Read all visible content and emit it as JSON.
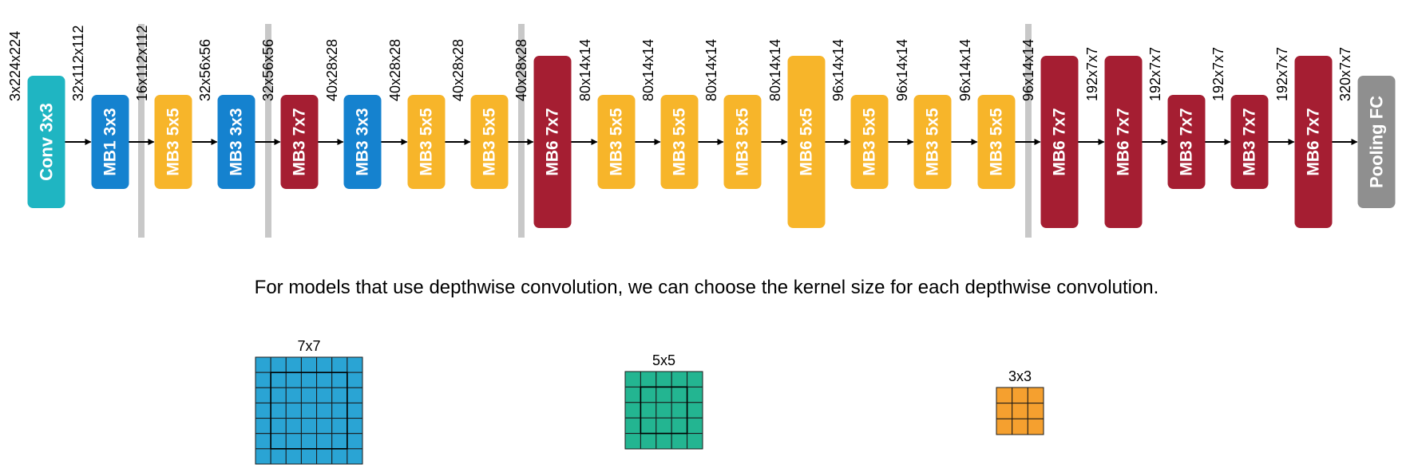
{
  "colors": {
    "conv": "#1FB5C2",
    "mb1": "#1582CF",
    "mb3_3x3": "#1582CF",
    "mb_5x5": "#F7B52A",
    "mb_7x7": "#A51E32",
    "pool": "#8F8F8F",
    "stage_divider": "#C8C8C8",
    "arrow": "#000000",
    "kernel_7x7": "#2AA4D4",
    "kernel_5x5": "#23B591",
    "kernel_3x3": "#F5A02F"
  },
  "network": {
    "blocks": [
      {
        "id": "conv",
        "label": "Conv 3x3",
        "kind": "conv",
        "size": "medium"
      },
      {
        "id": "b1",
        "label": "MB1 3x3",
        "kind": "mb3_3x3",
        "size": "small"
      },
      {
        "id": "b2",
        "label": "MB3 5x5",
        "kind": "mb_5x5",
        "size": "small"
      },
      {
        "id": "b3",
        "label": "MB3 3x3",
        "kind": "mb3_3x3",
        "size": "small"
      },
      {
        "id": "b4",
        "label": "MB3 7x7",
        "kind": "mb_7x7",
        "size": "small"
      },
      {
        "id": "b5",
        "label": "MB3 3x3",
        "kind": "mb3_3x3",
        "size": "small"
      },
      {
        "id": "b6",
        "label": "MB3 5x5",
        "kind": "mb_5x5",
        "size": "small"
      },
      {
        "id": "b7",
        "label": "MB3 5x5",
        "kind": "mb_5x5",
        "size": "small"
      },
      {
        "id": "b8",
        "label": "MB6 7x7",
        "kind": "mb_7x7",
        "size": "large"
      },
      {
        "id": "b9",
        "label": "MB3 5x5",
        "kind": "mb_5x5",
        "size": "small"
      },
      {
        "id": "b10",
        "label": "MB3 5x5",
        "kind": "mb_5x5",
        "size": "small"
      },
      {
        "id": "b11",
        "label": "MB3 5x5",
        "kind": "mb_5x5",
        "size": "small"
      },
      {
        "id": "b12",
        "label": "MB6 5x5",
        "kind": "mb_5x5",
        "size": "large"
      },
      {
        "id": "b13",
        "label": "MB3 5x5",
        "kind": "mb_5x5",
        "size": "small"
      },
      {
        "id": "b14",
        "label": "MB3 5x5",
        "kind": "mb_5x5",
        "size": "small"
      },
      {
        "id": "b15",
        "label": "MB3 5x5",
        "kind": "mb_5x5",
        "size": "small"
      },
      {
        "id": "b16",
        "label": "MB6 7x7",
        "kind": "mb_7x7",
        "size": "large"
      },
      {
        "id": "b17",
        "label": "MB6 7x7",
        "kind": "mb_7x7",
        "size": "large"
      },
      {
        "id": "b18",
        "label": "MB3 7x7",
        "kind": "mb_7x7",
        "size": "small"
      },
      {
        "id": "b19",
        "label": "MB3 7x7",
        "kind": "mb_7x7",
        "size": "small"
      },
      {
        "id": "b20",
        "label": "MB6 7x7",
        "kind": "mb_7x7",
        "size": "large"
      },
      {
        "id": "pool",
        "label": "Pooling FC",
        "kind": "pool",
        "size": "medium"
      }
    ],
    "dimension_labels": [
      "3x224x224",
      "32x112x112",
      "16x112x112",
      "32x56x56",
      "32x56x56",
      "40x28x28",
      "40x28x28",
      "40x28x28",
      "40x28x28",
      "80x14x14",
      "80x14x14",
      "80x14x14",
      "80x14x14",
      "96x14x14",
      "96x14x14",
      "96x14x14",
      "96x14x14",
      "192x7x7",
      "192x7x7",
      "192x7x7",
      "192x7x7",
      "320x7x7"
    ]
  },
  "caption": "For models that use depthwise convolution, we can choose the kernel size for each depthwise convolution.",
  "kernels": [
    {
      "label": "7x7",
      "n": 7,
      "color_key": "kernel_7x7"
    },
    {
      "label": "5x5",
      "n": 5,
      "color_key": "kernel_5x5"
    },
    {
      "label": "3x3",
      "n": 3,
      "color_key": "kernel_3x3"
    }
  ]
}
